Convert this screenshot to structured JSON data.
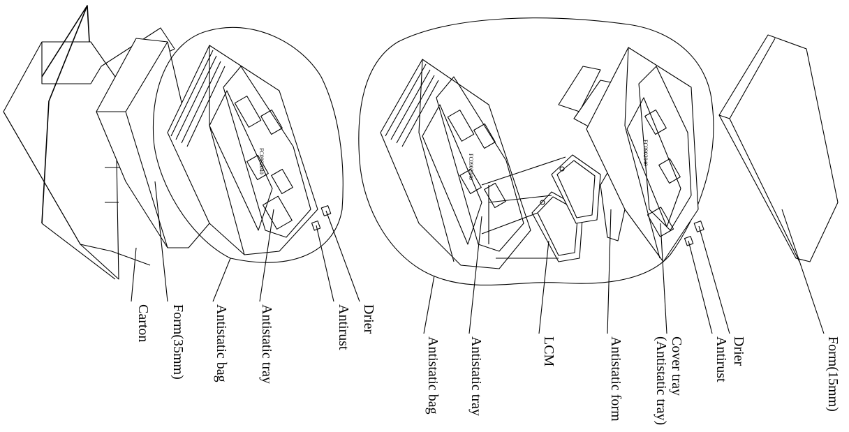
{
  "left_group": {
    "carton": "Carton",
    "form_35": "Form(35mm)",
    "antistatic_bag": "Antistatic bag",
    "antistatic_tray": "Antistatic tray",
    "antirust": "Antirust",
    "drier": "Drier",
    "tray_code": "FC0902040"
  },
  "right_group": {
    "antistatic_bag": "Antistatic bag",
    "antistatic_tray": "Antistatic tray",
    "lcm": "LCM",
    "antistatic_form": "Antistatic form",
    "cover_tray": "Cover tray\n(Antistatic tray)",
    "antirust": "Antirust",
    "drier": "Drier",
    "form_15": "Form(15mm)",
    "tray_code_1": "FC0902040",
    "tray_code_2": "FC0902040"
  }
}
